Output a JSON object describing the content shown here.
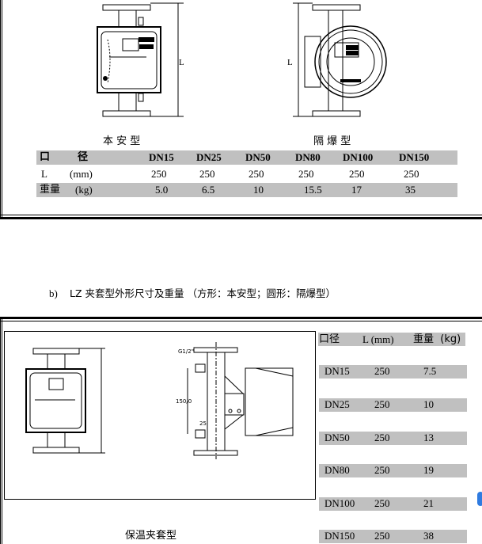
{
  "section_a": {
    "intrinsic_label": "本 安 型",
    "explosion_label": "隔 爆 型",
    "drawing_dim_label": "L",
    "table": {
      "header": {
        "c1": "口",
        "c2": "径",
        "sizes": [
          "DN15",
          "DN25",
          "DN50",
          "DN80",
          "DN100",
          "DN150"
        ]
      },
      "length_row": {
        "label": "L",
        "unit": "(mm)",
        "values": [
          "250",
          "250",
          "250",
          "250",
          "250",
          "250"
        ]
      },
      "weight_row": {
        "label": "重量",
        "unit": "(kg)",
        "values": [
          "5.0",
          "6.5",
          "10",
          "15.5",
          "17",
          "35"
        ]
      }
    }
  },
  "section_b": {
    "caption_prefix": "b)",
    "caption": "LZ 夹套型外形尺寸及重量 （方形：本安型；圆形：隔爆型）",
    "drawing_label": "保温夹套型",
    "dims": {
      "thread": "G1/2\"",
      "spacing": "150/0",
      "pipe": "25"
    },
    "table": {
      "headers": [
        "口径",
        "L (mm)",
        "重量  (kg)"
      ],
      "rows": [
        {
          "size": "DN15",
          "length": "250",
          "weight": "7.5"
        },
        {
          "size": "DN25",
          "length": "250",
          "weight": "10"
        },
        {
          "size": "DN50",
          "length": "250",
          "weight": "13"
        },
        {
          "size": "DN80",
          "length": "250",
          "weight": "19"
        },
        {
          "size": "DN100",
          "length": "250",
          "weight": "21"
        },
        {
          "size": "DN150",
          "length": "250",
          "weight": "38"
        }
      ]
    }
  },
  "colors": {
    "row_gray": "#c0c0c0",
    "accent_blue": "#2f7be0"
  }
}
